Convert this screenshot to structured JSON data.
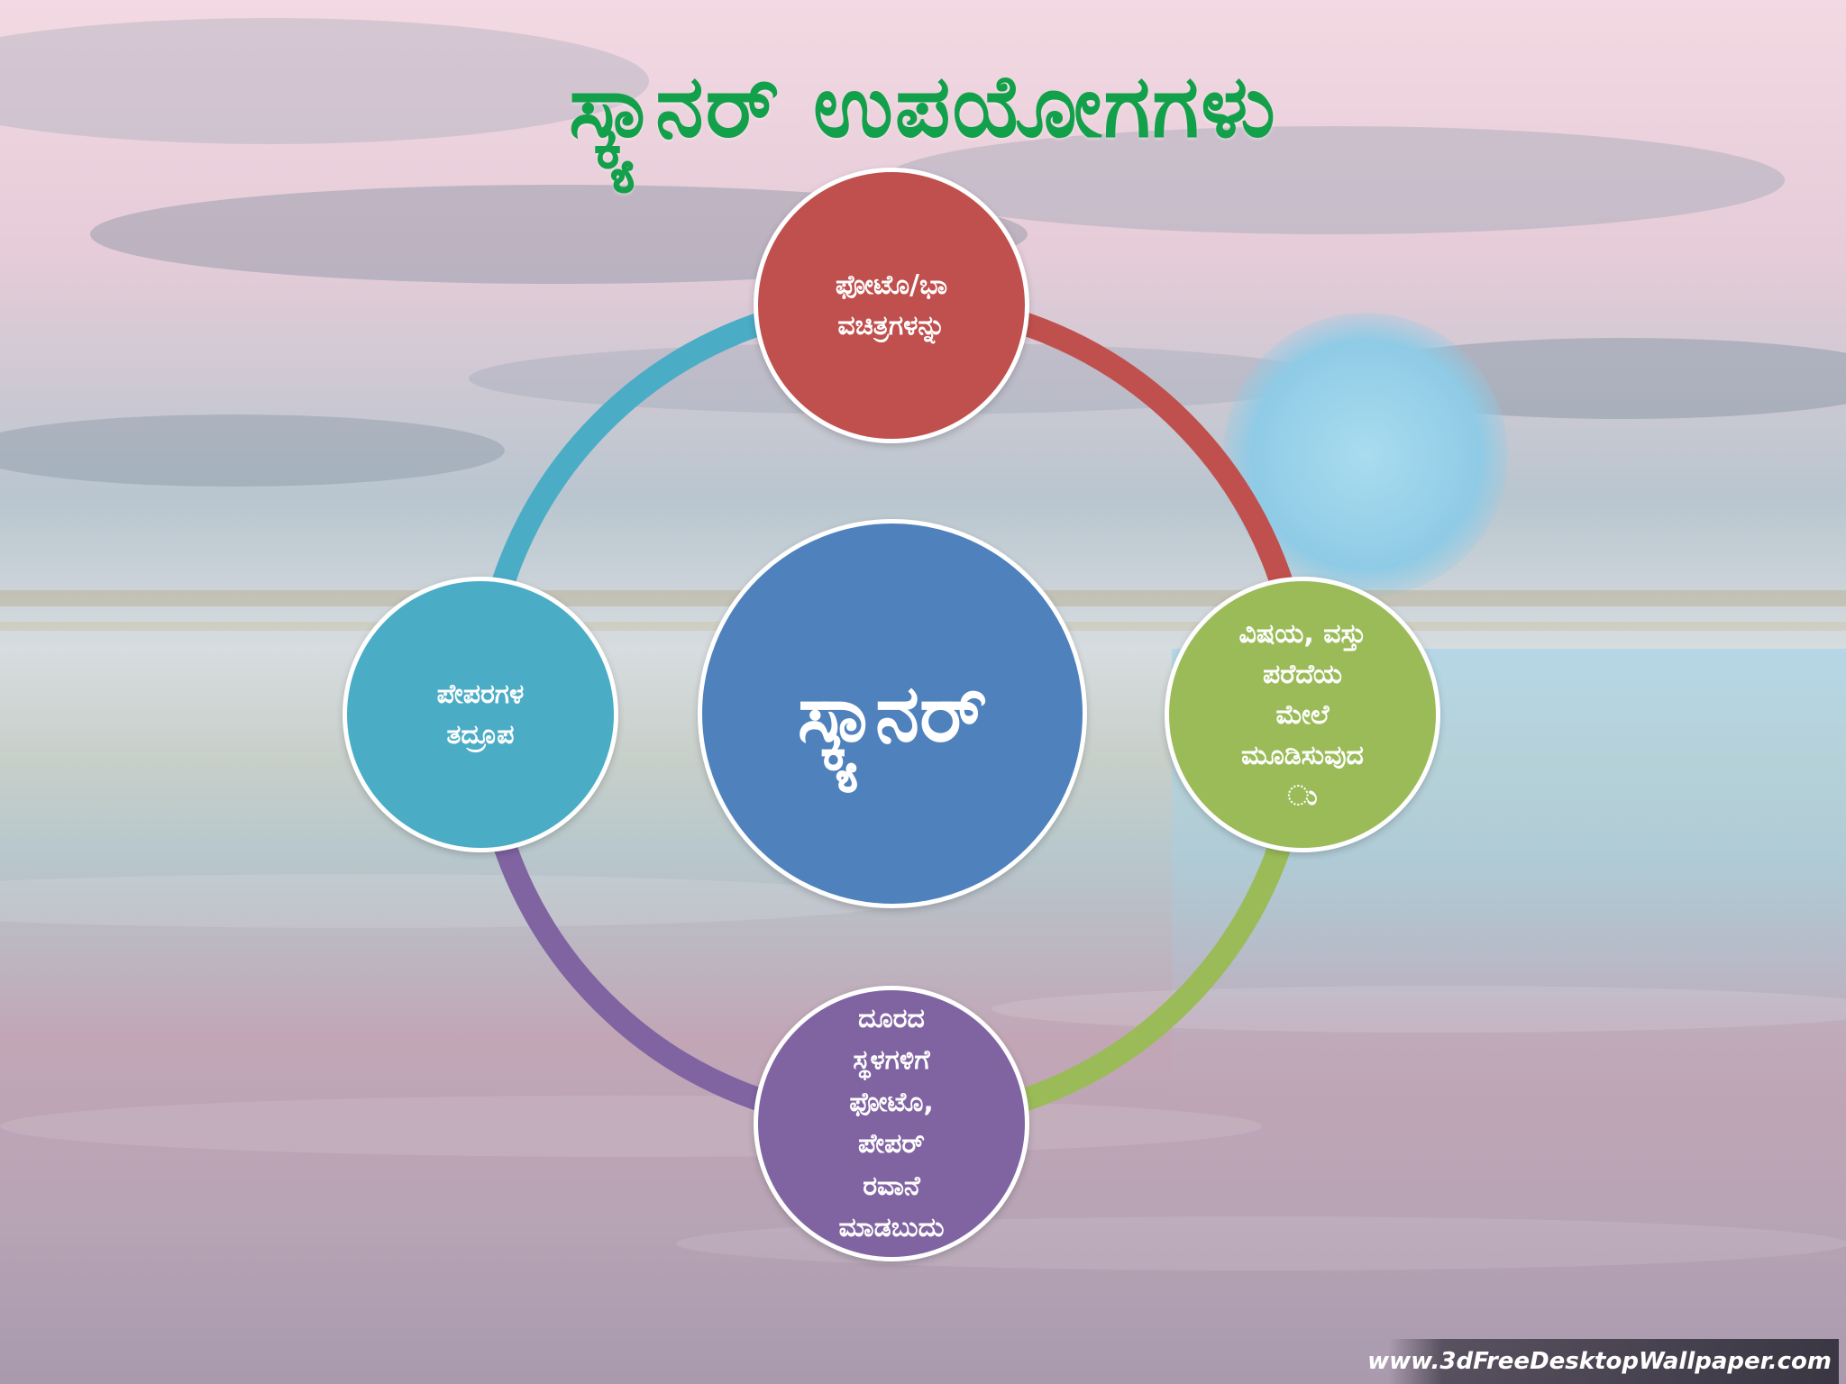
{
  "slide": {
    "title": "ಸ್ಕ್ಯಾನರ್  ಉಪಯೋಗಗಳು",
    "title_color": "#12a04a"
  },
  "diagram": {
    "center": {
      "label": "ಸ್ಕ್ಯಾನರ್",
      "color": "#4f81bd"
    },
    "nodes": {
      "top": {
        "label": "ಫೋಟೊ/ಭಾ\nವಚಿತ್ರಗಳನ್ನು",
        "color": "#c0504d"
      },
      "right": {
        "label": "ವಿಷಯ, ವಸ್ತು\nಪರೆದೆಯ\nಮೇಲೆ\nಮೂಡಿಸುವುದ\nು",
        "color": "#9bbb59"
      },
      "bottom": {
        "label": "ದೂರದ\nಸ್ಥಳಗಳಿಗೆ\nಫೋಟೊ,\nಪೇಪರ್\nರವಾನೆ\nಮಾಡಬುದು",
        "color": "#8064a2"
      },
      "left": {
        "label": "ಪೇಪರಗಳ\nತದ್ರೂಪ",
        "color": "#4bacc6"
      }
    },
    "ring_colors": [
      "#c0504d",
      "#9bbb59",
      "#8064a2",
      "#4bacc6"
    ]
  },
  "watermark": {
    "text": "www.3dFreeDesktopWallpaper.com"
  }
}
